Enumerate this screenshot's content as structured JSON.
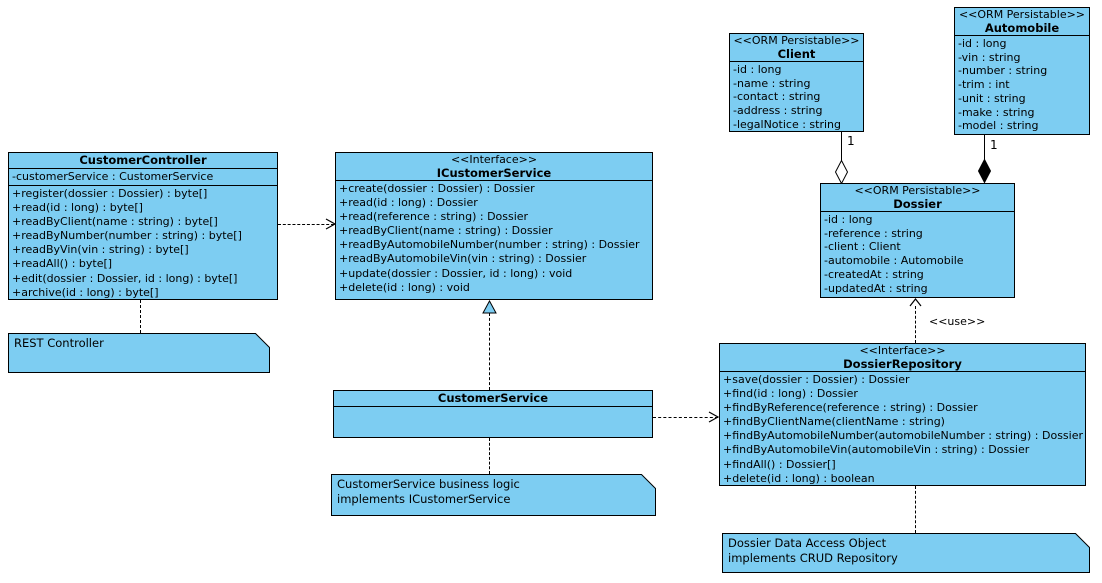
{
  "diagram": {
    "colors": {
      "node_fill": "#7dcdf2",
      "line": "#000000",
      "background": "#ffffff"
    }
  },
  "classes": {
    "customerController": {
      "name": "CustomerController",
      "attributes": [
        "-customerService : CustomerService"
      ],
      "methods": [
        "+register(dossier : Dossier) : byte[]",
        "+read(id : long) : byte[]",
        "+readByClient(name : string) : byte[]",
        "+readByNumber(number : string) : byte[]",
        "+readByVin(vin : string) : byte[]",
        "+readAll() : byte[]",
        "+edit(dossier : Dossier, id : long) : byte[]",
        "+archive(id : long) : byte[]"
      ]
    },
    "iCustomerService": {
      "stereotype": "<<Interface>>",
      "name": "ICustomerService",
      "methods": [
        "+create(dossier : Dossier) : Dossier",
        "+read(id : long) : Dossier",
        "+read(reference : string) : Dossier",
        "+readByClient(name : string) : Dossier",
        "+readByAutomobileNumber(number : string) : Dossier",
        "+readByAutomobileVin(vin : string) : Dossier",
        "+update(dossier : Dossier, id : long) : void",
        "+delete(id : long) : void"
      ]
    },
    "client": {
      "stereotype": "<<ORM Persistable>>",
      "name": "Client",
      "attributes": [
        "-id : long",
        "-name : string",
        "-contact : string",
        "-address : string",
        "-legalNotice : string"
      ]
    },
    "automobile": {
      "stereotype": "<<ORM Persistable>>",
      "name": "Automobile",
      "attributes": [
        "-id : long",
        "-vin : string",
        "-number : string",
        "-trim : int",
        "-unit : string",
        "-make : string",
        "-model : string"
      ]
    },
    "dossier": {
      "stereotype": "<<ORM Persistable>>",
      "name": "Dossier",
      "attributes": [
        "-id : long",
        "-reference : string",
        "-client : Client",
        "-automobile : Automobile",
        "-createdAt : string",
        "-updatedAt : string"
      ]
    },
    "customerService": {
      "name": "CustomerService"
    },
    "dossierRepository": {
      "stereotype": "<<Interface>>",
      "name": "DossierRepository",
      "methods": [
        "+save(dossier : Dossier) : Dossier",
        "+find(id : long) : Dossier",
        "+findByReference(reference : string) : Dossier",
        "+findByClientName(clientName : string)",
        "+findByAutomobileNumber(automobileNumber : string) : Dossier",
        "+findByAutomobileVin(automobileVin : string) : Dossier",
        "+findAll() : Dossier[]",
        "+delete(id : long) : boolean"
      ]
    }
  },
  "notes": {
    "restController": {
      "lines": [
        "REST Controller"
      ]
    },
    "customerService": {
      "lines": [
        "CustomerService business logic",
        "implements ICustomerService"
      ]
    },
    "dossierRepository": {
      "lines": [
        "Dossier Data Access Object",
        "implements CRUD Repository"
      ]
    }
  },
  "relationships": {
    "use_label": "<<use>>",
    "client_dossier_multiplicity": "1",
    "automobile_dossier_multiplicity": "1",
    "connectors": [
      {
        "from": "CustomerController",
        "to": "ICustomerService",
        "type": "dependency"
      },
      {
        "from": "CustomerService",
        "to": "ICustomerService",
        "type": "realization"
      },
      {
        "from": "CustomerService",
        "to": "DossierRepository",
        "type": "dependency"
      },
      {
        "from": "Dossier",
        "to": "Client",
        "type": "aggregation"
      },
      {
        "from": "Dossier",
        "to": "Automobile",
        "type": "composition"
      },
      {
        "from": "DossierRepository",
        "to": "Dossier",
        "type": "use-dependency"
      }
    ]
  }
}
